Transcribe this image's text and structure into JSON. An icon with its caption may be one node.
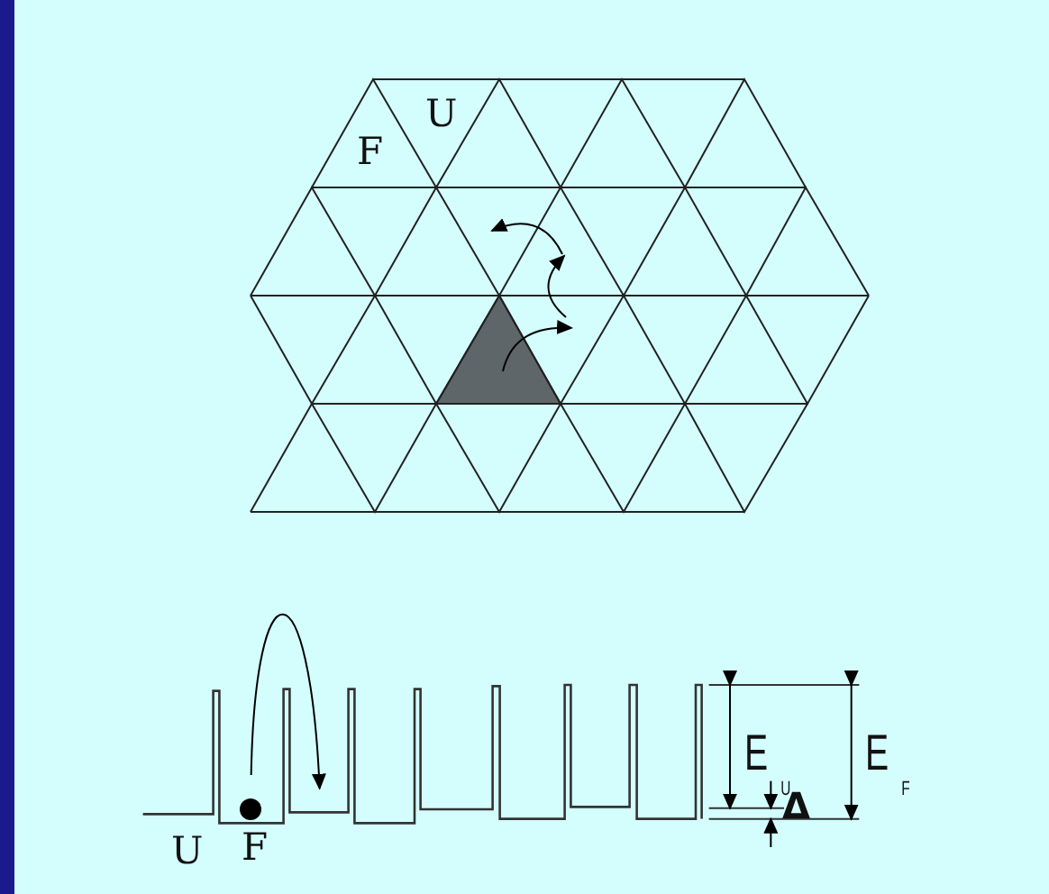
{
  "diagram": {
    "labels": [
      "F",
      "U",
      "E$_{U}$",
      "E$_{F}$",
      "Δ",
      "U",
      "F"
    ]
  }
}
